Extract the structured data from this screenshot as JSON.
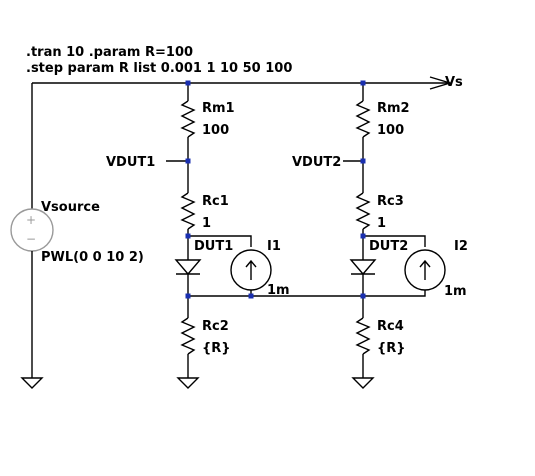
{
  "directives": {
    "line1": ".tran 10  .param R=100",
    "line2": ".step param R list 0.001 1 10 50 100"
  },
  "net_vs": "Vs",
  "source": {
    "name": "Vsource",
    "value": "PWL(0 0 10 2)",
    "plus": "+",
    "minus": "−"
  },
  "branch1": {
    "rm": {
      "name": "Rm1",
      "value": "100"
    },
    "node": "VDUT1",
    "rc": {
      "name": "Rc1",
      "value": "1"
    },
    "diode": "DUT1",
    "isrc": {
      "name": "I1",
      "value": "1m"
    },
    "rb": {
      "name": "Rc2",
      "value": "{R}"
    }
  },
  "branch2": {
    "rm": {
      "name": "Rm2",
      "value": "100"
    },
    "node": "VDUT2",
    "rc": {
      "name": "Rc3",
      "value": "1"
    },
    "diode": "DUT2",
    "isrc": {
      "name": "I2",
      "value": "1m"
    },
    "rb": {
      "name": "Rc4",
      "value": "{R}"
    }
  },
  "colors": {
    "wire": "#000000",
    "junction": "#1a2fb0",
    "source_body": "#9a9a9a"
  }
}
